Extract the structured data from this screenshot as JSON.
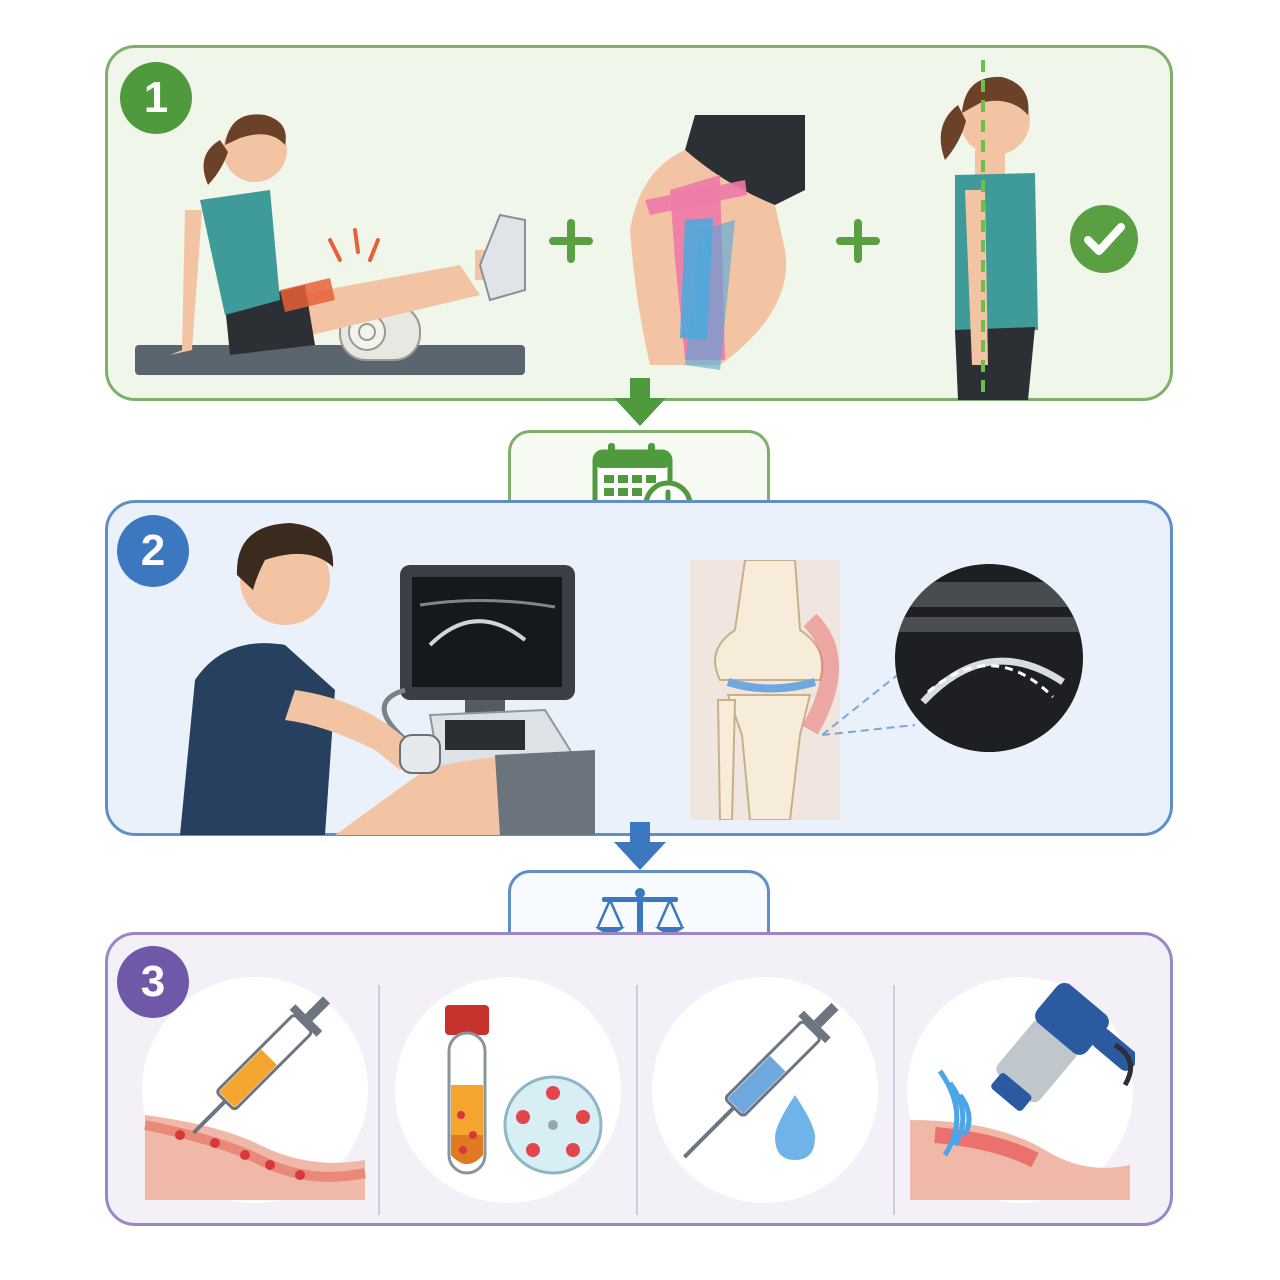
{
  "steps": [
    {
      "number": "1",
      "color": "#4f9a3c"
    },
    {
      "number": "2",
      "color": "#3b78bf"
    },
    {
      "number": "3",
      "color": "#7058a8"
    }
  ],
  "icons": {
    "step1": [
      "leg-raise-exercise-icon",
      "plus-icon",
      "knee-taping-icon",
      "plus-icon",
      "posture-alignment-icon",
      "check-circle-icon"
    ],
    "connector1": "calendar-clock-icon",
    "step2": [
      "ultrasound-exam-icon",
      "knee-anatomy-icon",
      "ultrasound-image-icon"
    ],
    "connector2": "balance-scale-icon",
    "step3": [
      "injection-into-tissue-icon",
      "blood-tube-platelet-icon",
      "syringe-drop-icon",
      "shockwave-therapy-icon"
    ]
  },
  "colors": {
    "green": "#4f9a3c",
    "blue": "#3b78bf",
    "purple": "#7058a8"
  }
}
